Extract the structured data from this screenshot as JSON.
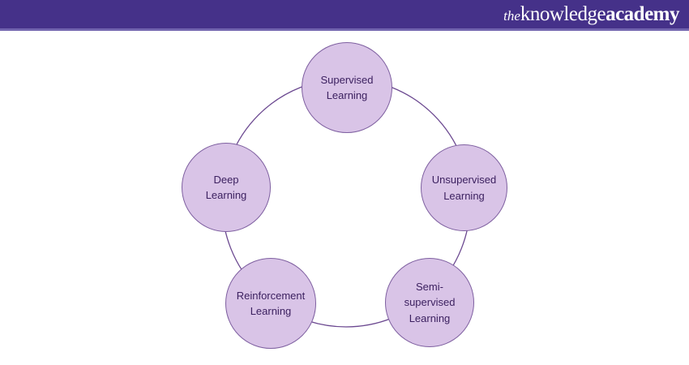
{
  "header": {
    "logo_prefix": "the",
    "logo_word1": "knowledge",
    "logo_word2": "academy"
  },
  "colors": {
    "header_bg": "#453189",
    "header_divider": "#7264ae",
    "ring_stroke": "#6b4890",
    "node_fill": "#d9c4e7",
    "node_border": "#7e5fa0",
    "node_text": "#3c2160",
    "logo_text": "#ffffff"
  },
  "diagram": {
    "nodes": [
      {
        "id": "supervised",
        "label": "Supervised Learning",
        "lines": [
          "Supervised",
          "Learning"
        ]
      },
      {
        "id": "unsupervised",
        "label": "Unsupervised Learning",
        "lines": [
          "Unsupervised",
          "Learning"
        ]
      },
      {
        "id": "semi",
        "label": "Semi-supervised Learning",
        "lines": [
          "Semi-",
          "supervised",
          "Learning"
        ]
      },
      {
        "id": "reinforcement",
        "label": "Reinforcement Learning",
        "lines": [
          "Reinforcement",
          "Learning"
        ]
      },
      {
        "id": "deep",
        "label": "Deep Learning",
        "lines": [
          "Deep",
          "Learning"
        ]
      }
    ]
  }
}
